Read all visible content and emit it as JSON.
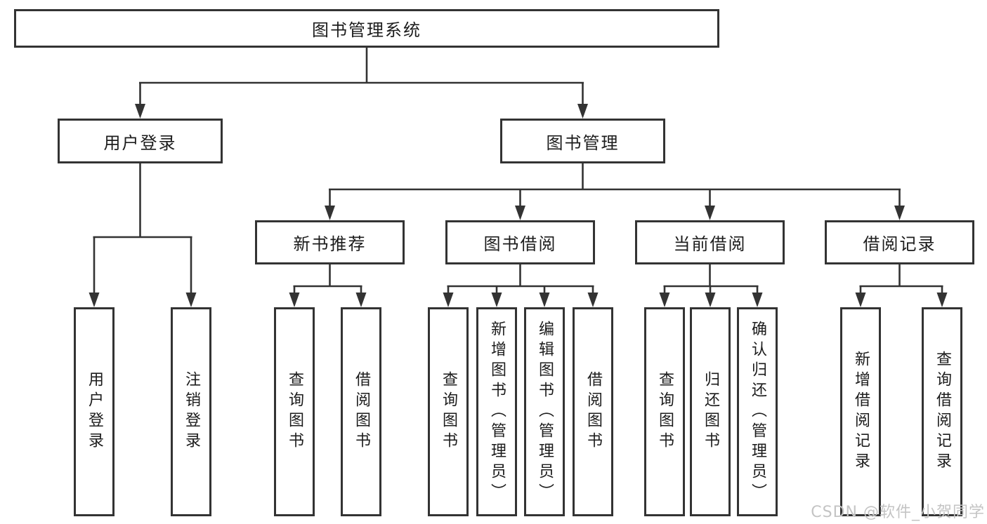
{
  "diagram": {
    "root": {
      "label": "图书管理系统"
    },
    "user_login": {
      "label": "用户登录",
      "children": {
        "login": {
          "label": "用户登录"
        },
        "logout": {
          "label": "注销登录"
        }
      }
    },
    "book_management": {
      "label": "图书管理",
      "children": {
        "new_book_recommend": {
          "label": "新书推荐",
          "children": {
            "query_books": {
              "label": "查询图书"
            },
            "borrow_books": {
              "label": "借阅图书"
            }
          }
        },
        "book_borrowing": {
          "label": "图书借阅",
          "children": {
            "query_books": {
              "label": "查询图书"
            },
            "add_books_admin": {
              "label": "新增图书（管理员）"
            },
            "edit_books_admin": {
              "label": "编辑图书（管理员）"
            },
            "borrow_books": {
              "label": "借阅图书"
            }
          }
        },
        "current_borrowing": {
          "label": "当前借阅",
          "children": {
            "query_books": {
              "label": "查询图书"
            },
            "return_books": {
              "label": "归还图书"
            },
            "confirm_return_admin": {
              "label": "确认归还（管理员）"
            }
          }
        },
        "borrowing_records": {
          "label": "借阅记录",
          "children": {
            "add_borrow_record": {
              "label": "新增借阅记录"
            },
            "query_borrow_record": {
              "label": "查询借阅记录"
            }
          }
        }
      }
    }
  },
  "watermark": {
    "text": "CSDN @软件_小贺同学"
  },
  "colors": {
    "line": "#333333",
    "text": "#1c1c1c",
    "box_background": "#ffffff",
    "watermark": "#c4c4c4"
  }
}
